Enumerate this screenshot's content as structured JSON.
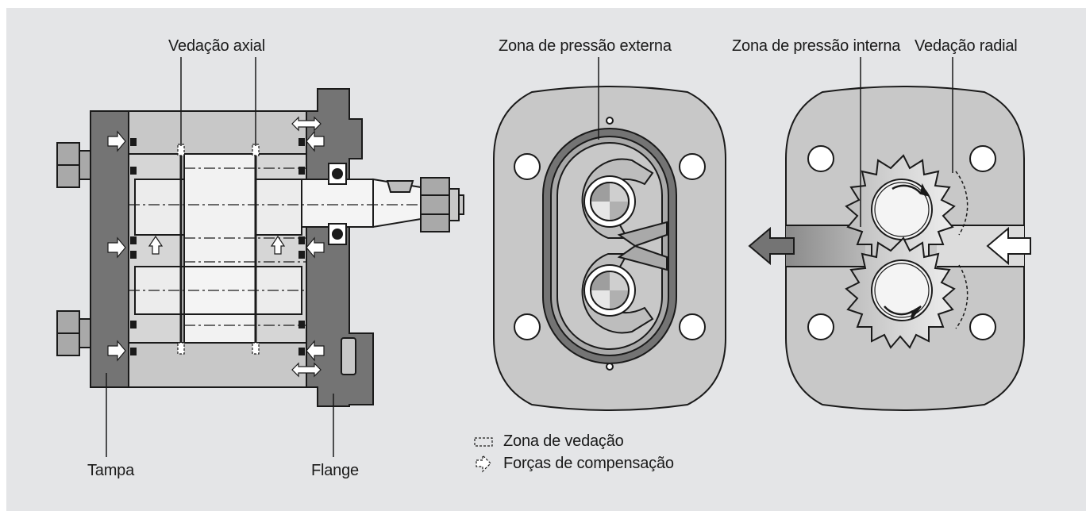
{
  "labels": {
    "axial_seal": "Vedação axial",
    "external_pressure_zone": "Zona de pressão externa",
    "internal_pressure_zone": "Zona de pressão interna",
    "radial_seal": "Vedação radial",
    "cover": "Tampa",
    "flange": "Flange"
  },
  "legend": {
    "sealing_zone": "Zona de vedação",
    "compensation_forces": "Forças de compensação"
  },
  "colors": {
    "background": "#e4e5e7",
    "dark_grey": "#747474",
    "mid_grey": "#a9a9a9",
    "light_grey": "#c8c8c8",
    "outline": "#1a1a1a"
  }
}
